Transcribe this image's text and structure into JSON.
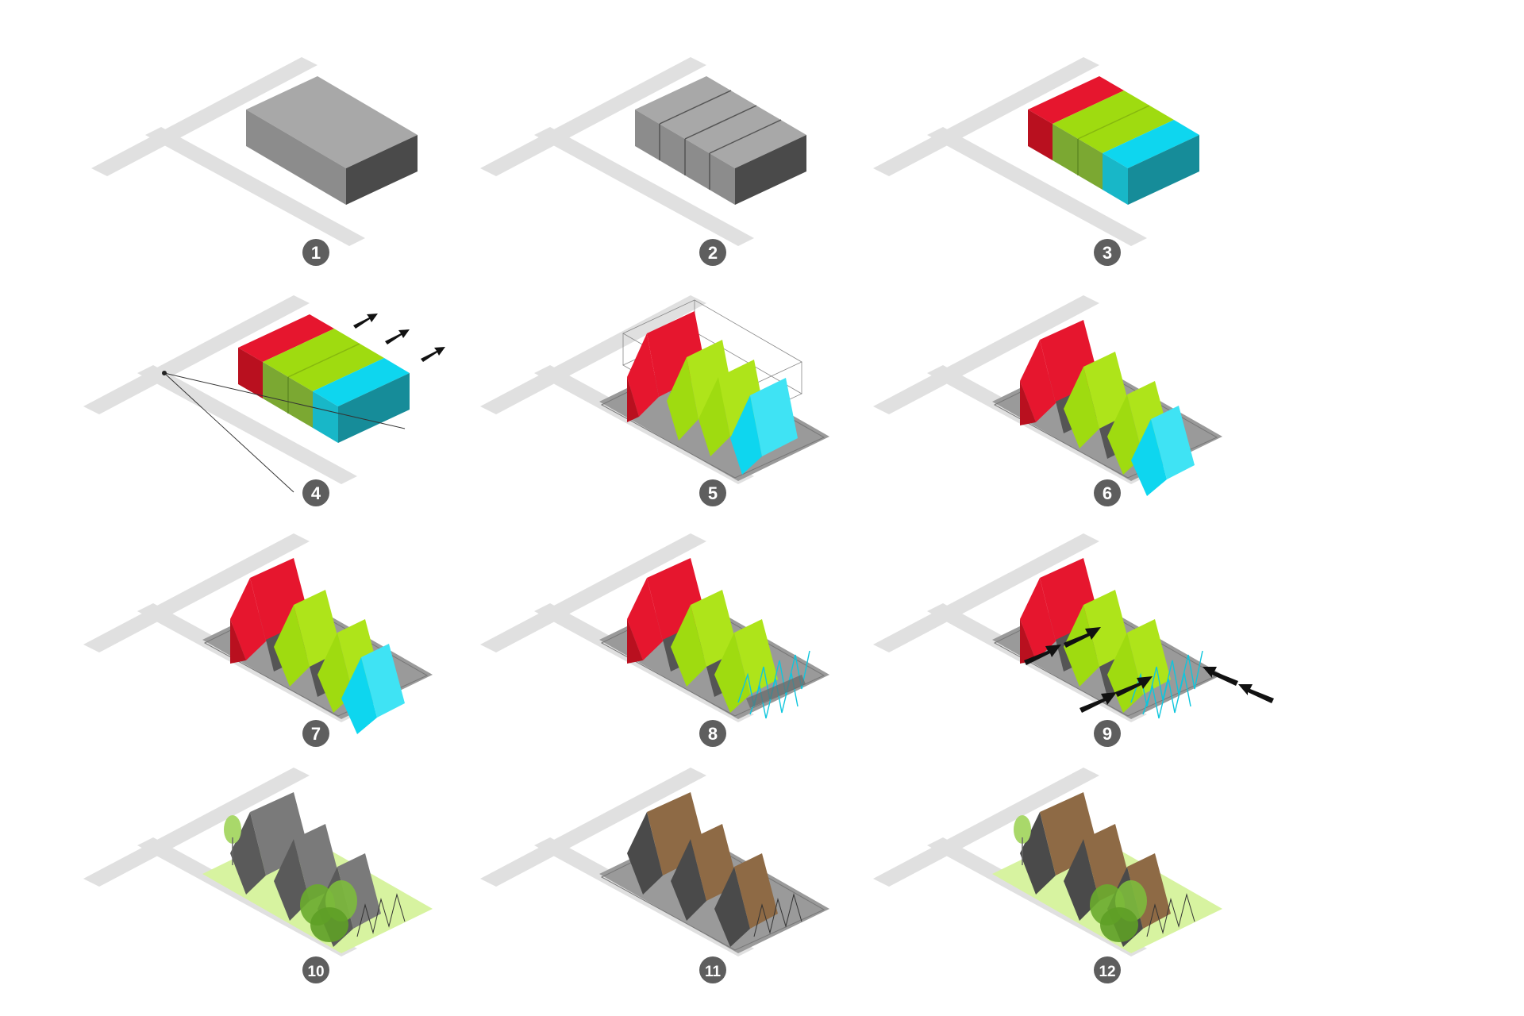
{
  "steps": [
    {
      "label": "1",
      "volume": "single-block"
    },
    {
      "label": "2",
      "volume": "divided-block"
    },
    {
      "label": "3",
      "volume": "colored-programs"
    },
    {
      "label": "4",
      "volume": "offset-with-view-lines"
    },
    {
      "label": "5",
      "volume": "gable-roofs-on-wireframe"
    },
    {
      "label": "6",
      "volume": "gables-with-voids"
    },
    {
      "label": "7",
      "volume": "gables-with-voids"
    },
    {
      "label": "8",
      "volume": "gables-with-trellis"
    },
    {
      "label": "9",
      "volume": "gables-with-entries"
    },
    {
      "label": "10",
      "volume": "grey-gables-with-landscape"
    },
    {
      "label": "11",
      "volume": "timber-gables"
    },
    {
      "label": "12",
      "volume": "timber-gables-with-landscape"
    }
  ],
  "colors": {
    "road": "#e0e0e0",
    "plinth": "#9a9a9a",
    "grass": "#d7f3a0",
    "red": "#e6162e",
    "green": "#9fdb10",
    "cyan": "#0ed6ef",
    "grey_top": "#a7a7a7",
    "grey_side": "#4a4a4a",
    "timber": "#8e6a45",
    "badge": "#5e5e5e"
  }
}
